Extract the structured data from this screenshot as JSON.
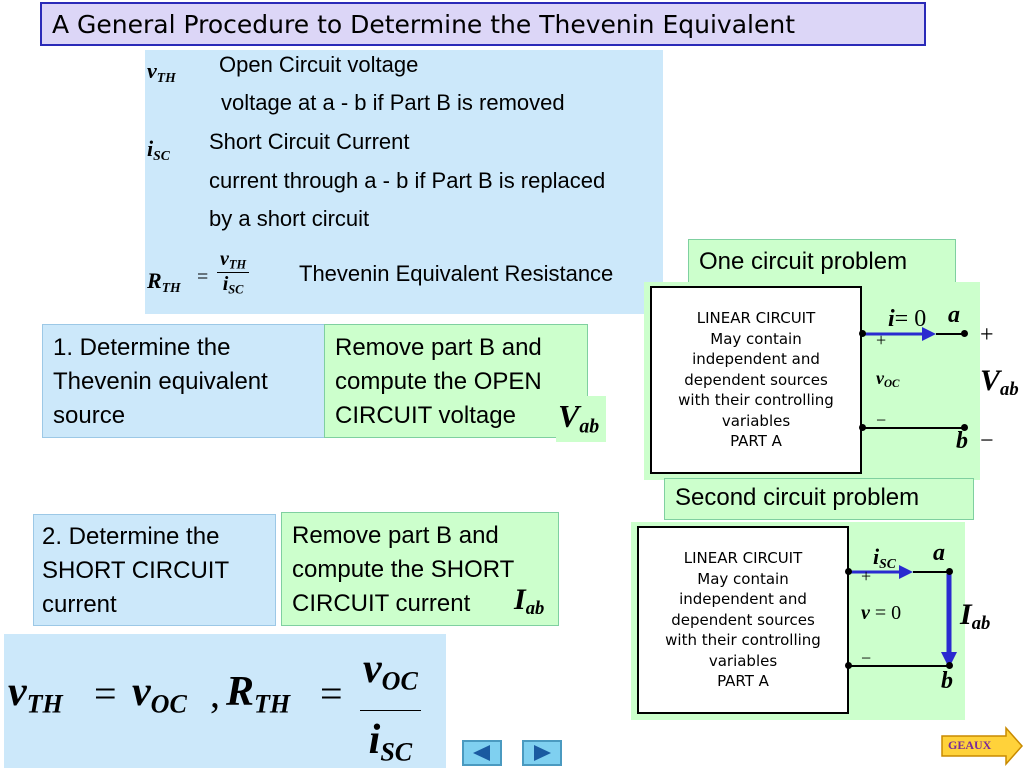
{
  "title": "A General Procedure to Determine the Thevenin Equivalent",
  "definitions": {
    "vth_symbol": "v",
    "vth_sub": "TH",
    "vth_line1": "Open Circuit  voltage",
    "vth_line2": "voltage at a - b if Part B is removed",
    "isc_symbol": "i",
    "isc_sub": "SC",
    "isc_line1": "Short Circuit Current",
    "isc_line2": "current through a - b if Part B is replaced",
    "isc_line3": "by a short circuit",
    "rth_symbol": "R",
    "rth_sub": "TH",
    "rth_eq": "=",
    "rth_num": "v",
    "rth_num_sub": "TH",
    "rth_den": "i",
    "rth_den_sub": "SC",
    "rth_label": "Thevenin Equivalent Resistance"
  },
  "step1": {
    "label_lines": [
      "1. Determine the",
      "Thevenin equivalent",
      "source"
    ],
    "action_lines": [
      "Remove part B and",
      "compute the OPEN",
      "CIRCUIT voltage"
    ],
    "var": "V",
    "var_sub": "ab"
  },
  "step2": {
    "label_lines": [
      "2. Determine the",
      "SHORT CIRCUIT",
      "current"
    ],
    "action_lines": [
      "Remove part B and",
      "compute the SHORT",
      "CIRCUIT current"
    ],
    "var": "I",
    "var_sub": "ab"
  },
  "circuit1": {
    "caption": "One circuit problem",
    "box_lines": [
      "LINEAR CIRCUIT",
      "May contain",
      "independent and",
      "dependent sources",
      "with their controlling",
      "variables",
      "PART  A"
    ],
    "current_label": "i",
    "current_eq": "= 0",
    "node_a": "a",
    "node_b": "b",
    "plus": "+",
    "minus": "−",
    "voc_sym": "v",
    "voc_sub": "OC",
    "vab_sym": "V",
    "vab_sub": "ab"
  },
  "circuit2": {
    "caption": "Second circuit problem",
    "box_lines": [
      "LINEAR CIRCUIT",
      "May contain",
      "independent and",
      "dependent sources",
      "with their controlling",
      "variables",
      "PART  A"
    ],
    "isc_sym": "i",
    "isc_sub": "SC",
    "node_a": "a",
    "node_b": "b",
    "plus": "+",
    "minus": "−",
    "v_sym": "v",
    "v_eq": "= 0",
    "iab_sym": "I",
    "iab_sub": "ab"
  },
  "result": {
    "lhs": "v",
    "lhs_sub": "TH",
    "eq1": "=",
    "voc": "v",
    "voc_sub": "OC",
    "comma": ",",
    "rth": "R",
    "rth_sub": "TH",
    "eq2": "=",
    "num": "v",
    "num_sub": "OC",
    "den": "i",
    "den_sub": "SC"
  },
  "nav": {
    "geaux": "GEAUX"
  },
  "colors": {
    "title_bg": "#dcd6f7",
    "title_border": "#2a2ab8",
    "blue_panel": "#cce8fa",
    "green_panel": "#ccffcc",
    "arrow": "#2a2ad0",
    "geaux_bg": "#ffd23a",
    "geaux_text": "#7a2a9a"
  }
}
